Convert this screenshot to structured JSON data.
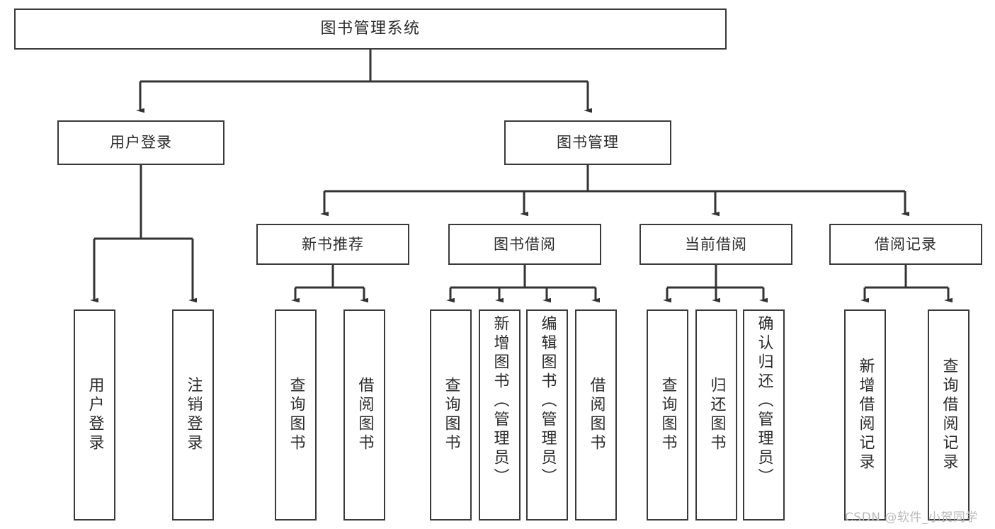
{
  "diagram": {
    "title": "图书管理系统",
    "type": "hierarchy-tree",
    "watermark": "CSDN @软件_小贺同学",
    "colors": {
      "box_border": "#3a3a3a",
      "box_fill": "#ffffff",
      "connector": "#333333",
      "text": "#2b2b2b",
      "watermark": "#b9b9b9",
      "background": "#ffffff"
    }
  },
  "nodes": {
    "root": {
      "label": "图书管理系统"
    },
    "level2": [
      {
        "label": "用户登录"
      },
      {
        "label": "图书管理"
      }
    ],
    "level3": [
      {
        "label": "新书推荐"
      },
      {
        "label": "图书借阅"
      },
      {
        "label": "当前借阅"
      },
      {
        "label": "借阅记录"
      }
    ],
    "leaves": {
      "user_login": [
        {
          "label": "用户登录"
        },
        {
          "label": "注销登录"
        }
      ],
      "new_book_recommend": [
        {
          "label": "查询图书"
        },
        {
          "label": "借阅图书"
        }
      ],
      "book_borrow": [
        {
          "label": "查询图书"
        },
        {
          "label": "新增图书（管理员）"
        },
        {
          "label": "编辑图书（管理员）"
        },
        {
          "label": "借阅图书"
        }
      ],
      "current_borrow": [
        {
          "label": "查询图书"
        },
        {
          "label": "归还图书"
        },
        {
          "label": "确认归还（管理员）"
        }
      ],
      "borrow_record": [
        {
          "label": "新增借阅记录"
        },
        {
          "label": "查询借阅记录"
        }
      ]
    }
  }
}
